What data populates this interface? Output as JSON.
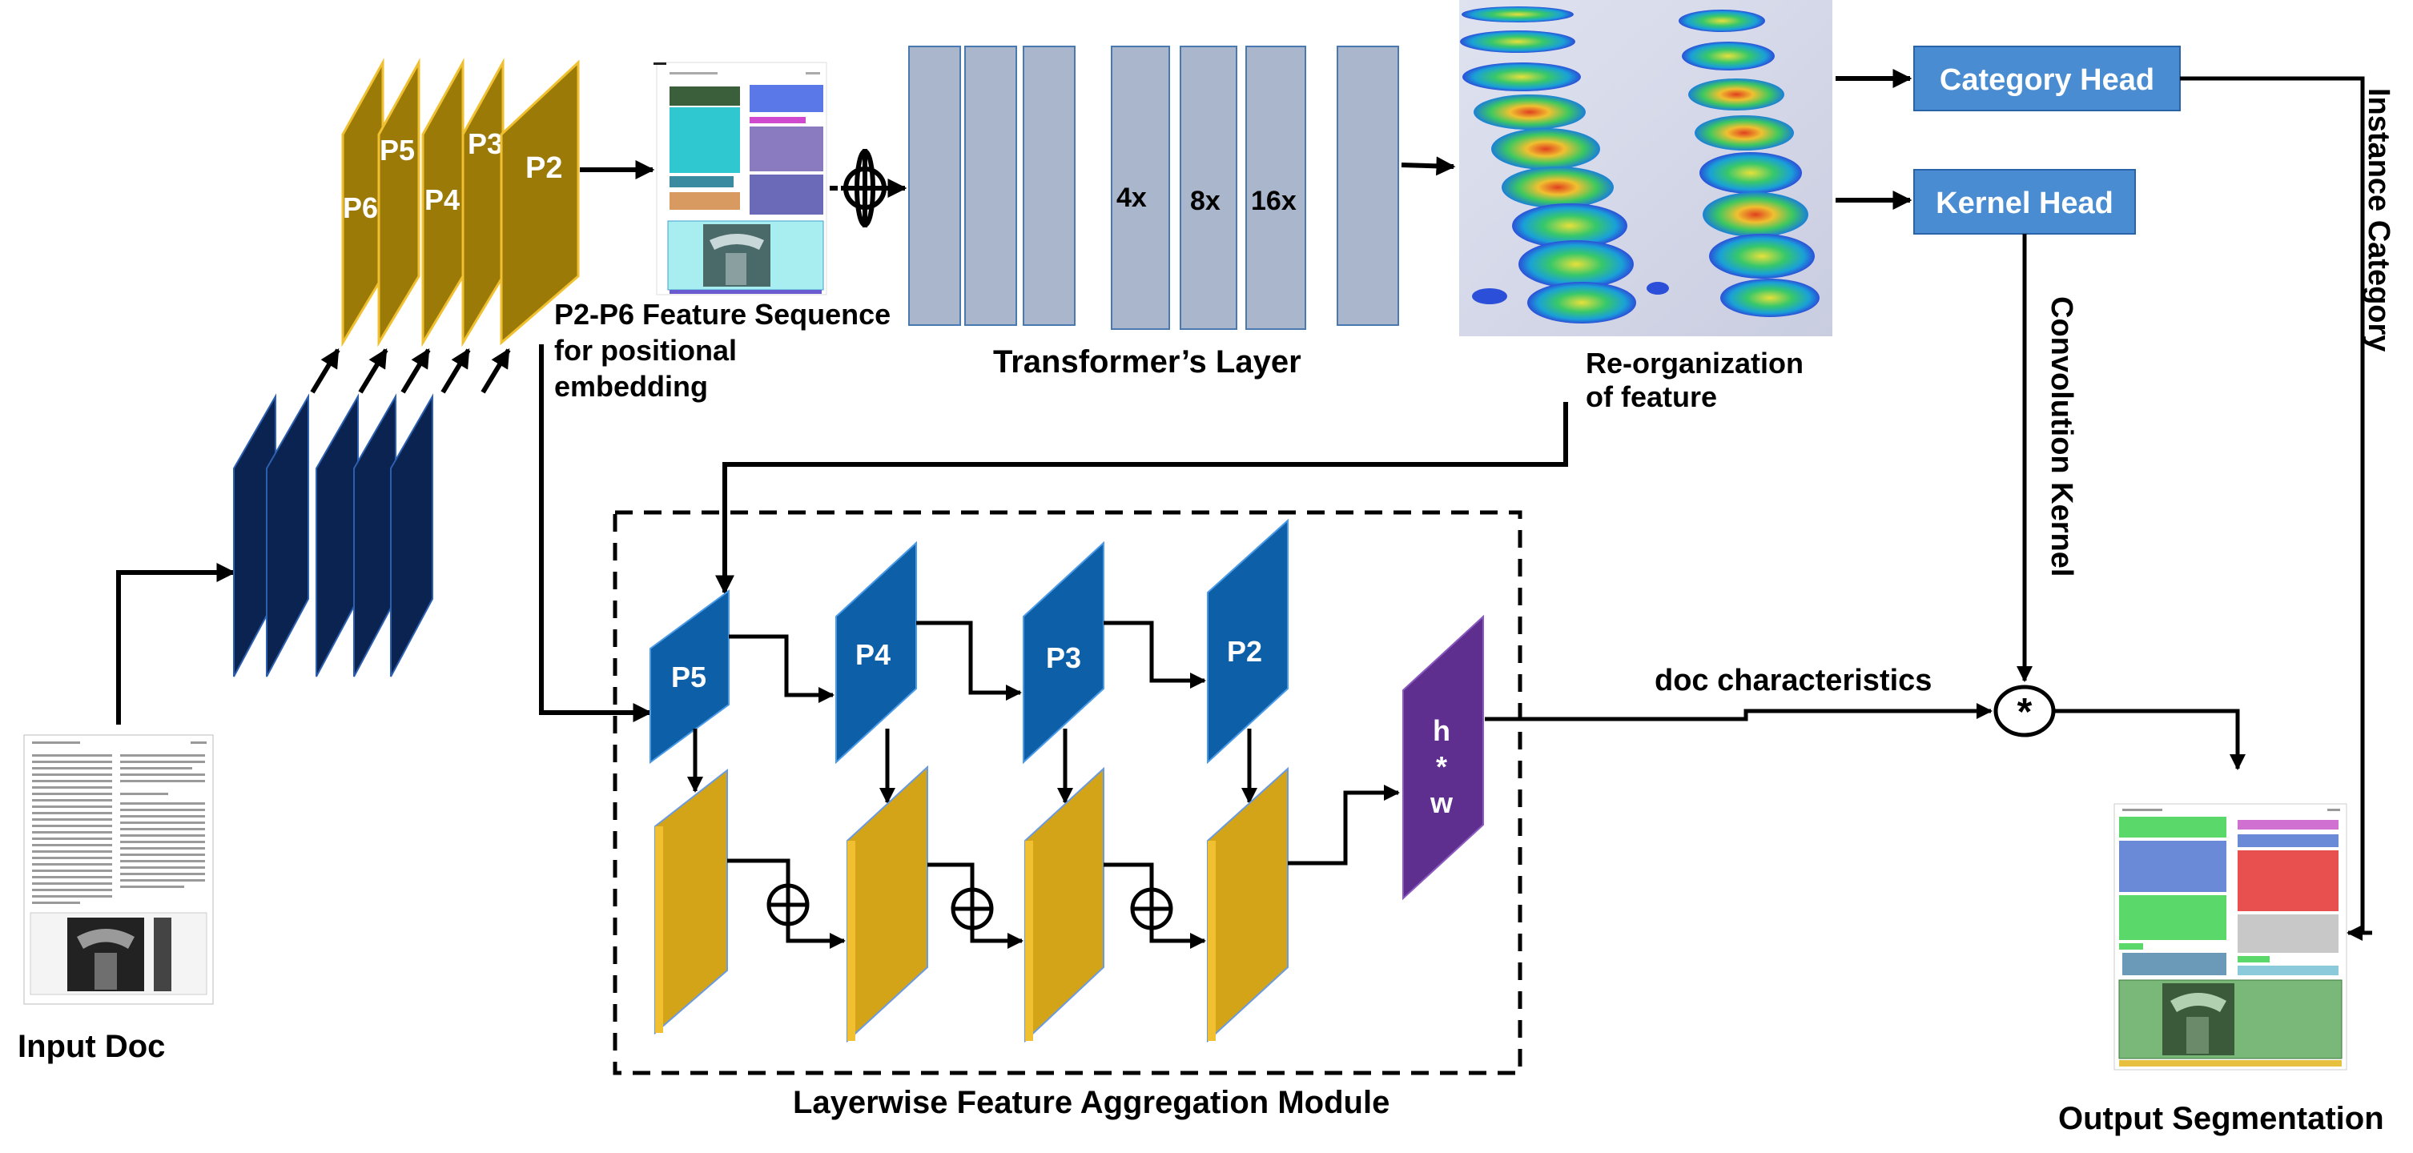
{
  "labels": {
    "input_doc": "Input Doc",
    "feature_sequence_line1": "P2-P6 Feature Sequence",
    "feature_sequence_line2": "for positional",
    "feature_sequence_line3": "embedding",
    "transformer_layer": "Transformer’s Layer",
    "reorg_line1": "Re-organization",
    "reorg_line2": "of feature",
    "layerwise_module": "Layerwise Feature Aggregation Module",
    "doc_characteristics": "doc characteristics",
    "convolution_kernel": "Convolution Kernel",
    "instance_category": "Instance Category",
    "output_segmentation": "Output Segmentation",
    "conv_operator": "*"
  },
  "pyramid_levels": [
    "P6",
    "P5",
    "P4",
    "P3",
    "P2"
  ],
  "aggregation_levels": [
    "P5",
    "P4",
    "P3",
    "P2"
  ],
  "transformer_scales": [
    "4x",
    "8x",
    "16x"
  ],
  "output_map": {
    "line1": "h",
    "line2": "*",
    "line3": "w"
  },
  "heads": {
    "category": "Category Head",
    "kernel": "Kernel Head"
  },
  "colors": {
    "backbone_navy": "#0b2350",
    "pyramid_gold": "#9b7a08",
    "agg_blue": "#0d5fa8",
    "agg_gold": "#d4a418",
    "head_blue": "#4a8cd2",
    "transformer_gray": "#aab6cb",
    "output_purple": "#5e2f8e"
  }
}
